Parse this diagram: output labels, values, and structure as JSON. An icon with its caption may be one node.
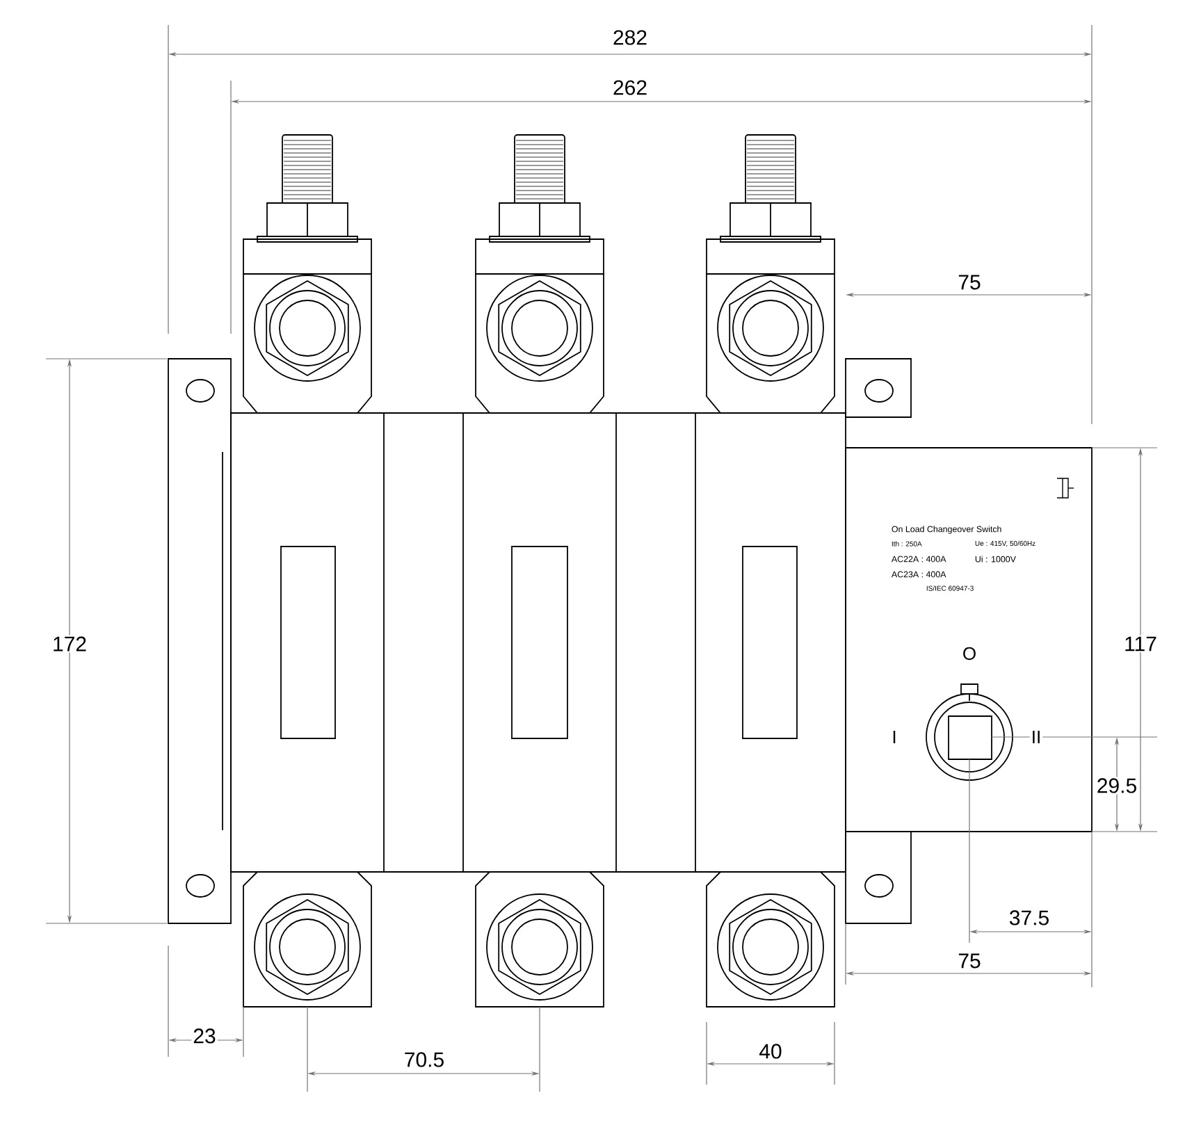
{
  "diagram": {
    "nodes": [
      {
        "text": [
          "On Load Changeover Switch",
          "Ith : 250A",
          "Ue : 415V, 50/60Hz",
          "AC22A : 400A",
          "Ui : 1000V",
          "AC23A : 400A",
          "IS/IEC 60947-3"
        ]
      }
    ],
    "labels": [
      "282",
      "262",
      "75",
      "172",
      "117",
      "O",
      "I",
      "II",
      "29.5",
      "37.5",
      "75",
      "23",
      "70.5",
      "40"
    ]
  }
}
